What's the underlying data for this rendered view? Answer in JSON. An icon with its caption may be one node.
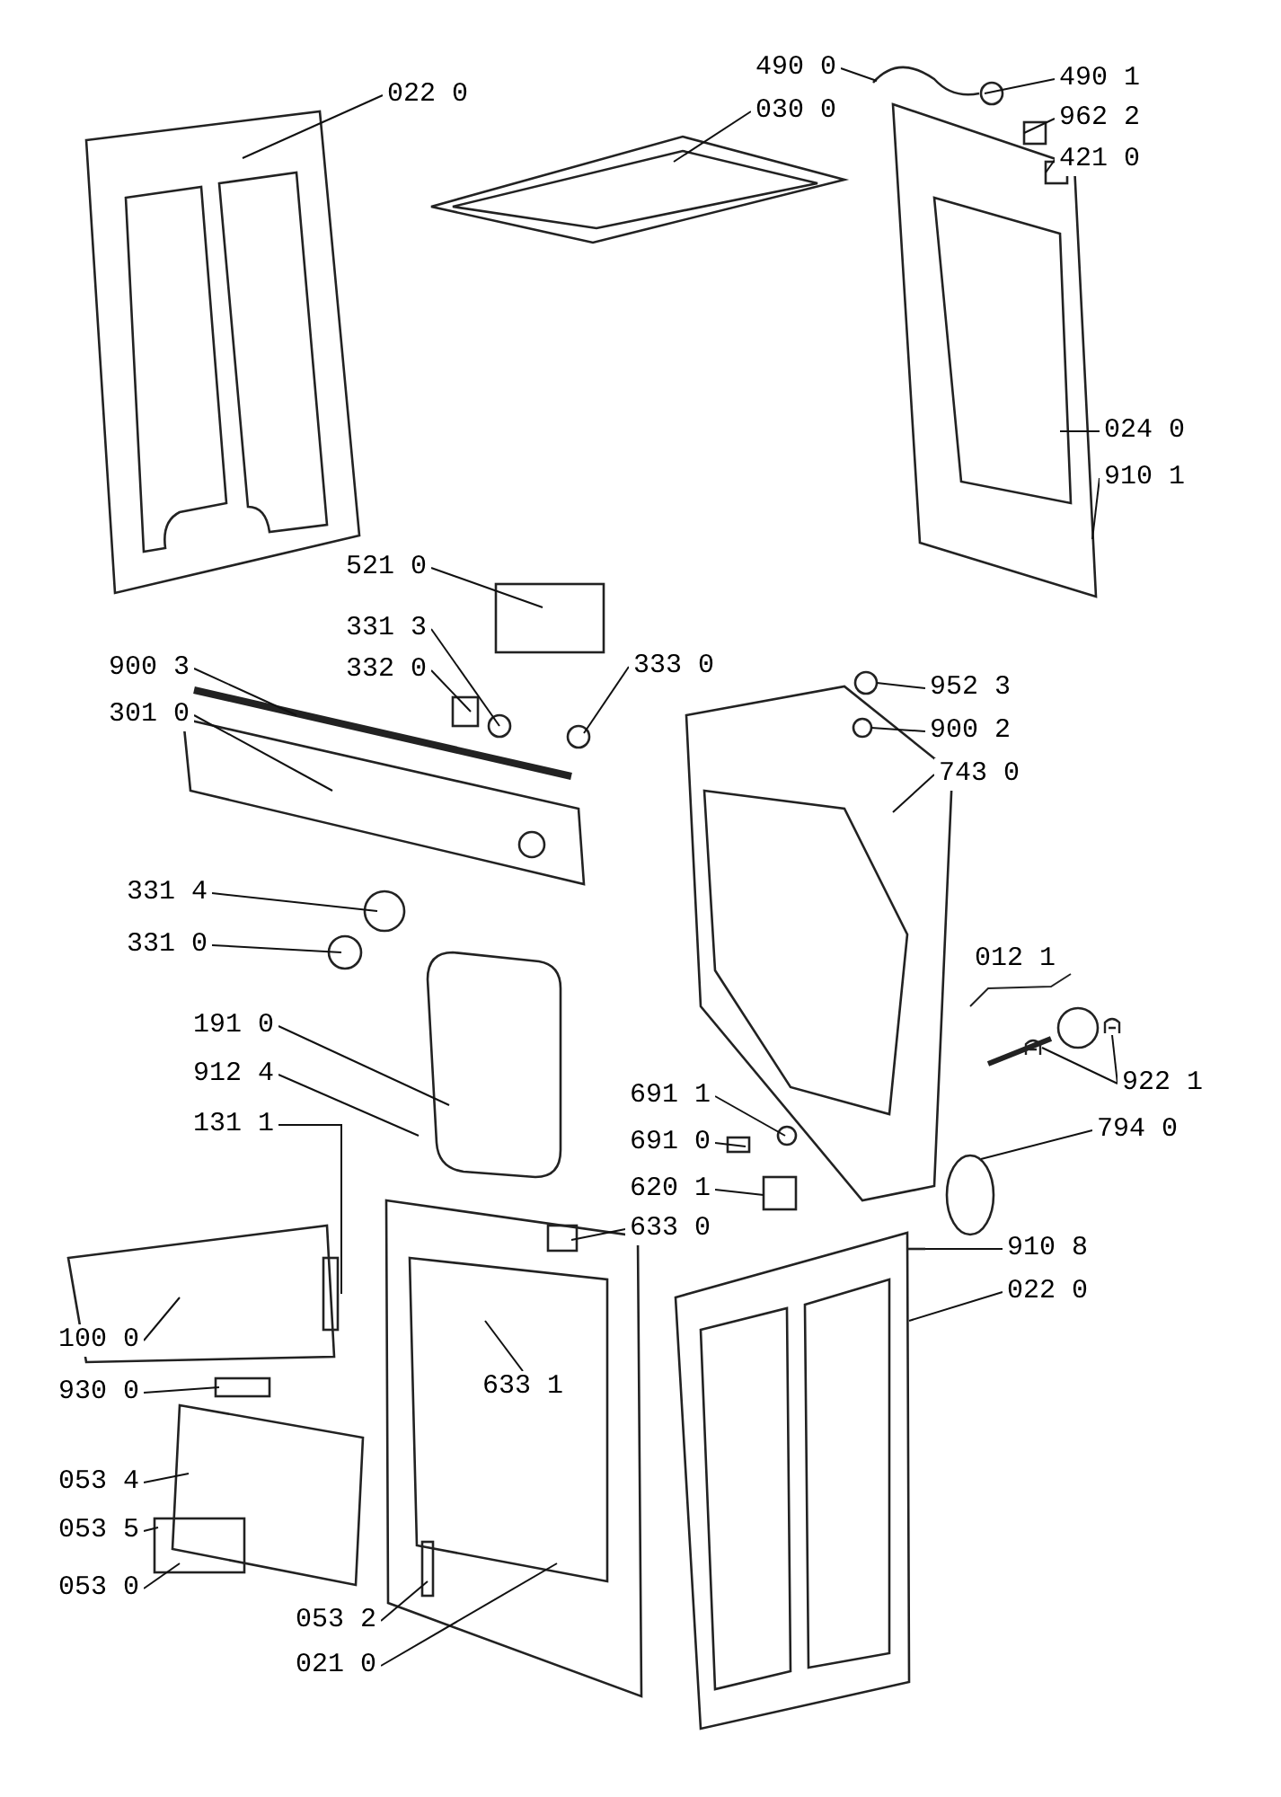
{
  "diagram": {
    "nodes": [
      {
        "text": [
          "022 0"
        ]
      },
      {
        "text": [
          "030 0"
        ]
      },
      {
        "text": [
          "490 0"
        ]
      },
      {
        "text": [
          "490 1"
        ]
      },
      {
        "text": [
          "962 2"
        ]
      },
      {
        "text": [
          "421 0"
        ]
      },
      {
        "text": [
          "024 0"
        ]
      },
      {
        "text": [
          "910 1"
        ]
      },
      {
        "text": [
          "521 0"
        ]
      },
      {
        "text": [
          "331 3"
        ]
      },
      {
        "text": [
          "332 0"
        ]
      },
      {
        "text": [
          "333 0"
        ]
      },
      {
        "text": [
          "900 3"
        ]
      },
      {
        "text": [
          "301 0"
        ]
      },
      {
        "text": [
          "952 3"
        ]
      },
      {
        "text": [
          "900 2"
        ]
      },
      {
        "text": [
          "743 0"
        ]
      },
      {
        "text": [
          "331 4"
        ]
      },
      {
        "text": [
          "331 0"
        ]
      },
      {
        "text": [
          "012 1"
        ]
      },
      {
        "text": [
          "191 0"
        ]
      },
      {
        "text": [
          "912 4"
        ]
      },
      {
        "text": [
          "922 1"
        ]
      },
      {
        "text": [
          "131 1"
        ]
      },
      {
        "text": [
          "691 1"
        ]
      },
      {
        "text": [
          "691 0"
        ]
      },
      {
        "text": [
          "794 0"
        ]
      },
      {
        "text": [
          "620 1"
        ]
      },
      {
        "text": [
          "633 0"
        ]
      },
      {
        "text": [
          "910 8"
        ]
      },
      {
        "text": [
          "022 0"
        ]
      },
      {
        "text": [
          "100 0"
        ]
      },
      {
        "text": [
          "633 1"
        ]
      },
      {
        "text": [
          "930 0"
        ]
      },
      {
        "text": [
          "053 4"
        ]
      },
      {
        "text": [
          "053 5"
        ]
      },
      {
        "text": [
          "053 0"
        ]
      },
      {
        "text": [
          "053 2"
        ]
      },
      {
        "text": [
          "021 0"
        ]
      },
      {
        "text": [],
        "shape": "picture"
      },
      {
        "text": [],
        "shape": "picture"
      }
    ],
    "edges": [
      {
        "from": 0,
        "to": null,
        "arrow": "none"
      },
      {
        "from": 1,
        "to": null,
        "arrow": "none"
      },
      {
        "from": 2,
        "to": null,
        "arrow": "none"
      },
      {
        "from": 3,
        "to": null,
        "arrow": "none"
      },
      {
        "from": 4,
        "to": null,
        "arrow": "none"
      },
      {
        "from": 5,
        "to": null,
        "arrow": "none"
      },
      {
        "from": 6,
        "to": null,
        "arrow": "none"
      },
      {
        "from": 7,
        "to": null,
        "arrow": "none"
      },
      {
        "from": 8,
        "to": null,
        "arrow": "none"
      },
      {
        "from": 9,
        "to": null,
        "arrow": "none"
      },
      {
        "from": 10,
        "to": null,
        "arrow": "none"
      },
      {
        "from": 11,
        "to": null,
        "arrow": "none"
      },
      {
        "from": 12,
        "to": null,
        "arrow": "none"
      },
      {
        "from": 13,
        "to": null,
        "arrow": "none"
      },
      {
        "from": 14,
        "to": null,
        "arrow": "none"
      },
      {
        "from": 15,
        "to": null,
        "arrow": "none"
      },
      {
        "from": 16,
        "to": null,
        "arrow": "none"
      },
      {
        "from": 17,
        "to": null,
        "arrow": "none"
      },
      {
        "from": 18,
        "to": null,
        "arrow": "none"
      },
      {
        "from": 20,
        "to": null,
        "arrow": "none"
      },
      {
        "from": 21,
        "to": null,
        "arrow": "none"
      },
      {
        "from": 22,
        "to": 39,
        "arrow": "none"
      },
      {
        "from": 22,
        "to": 40,
        "arrow": "none"
      },
      {
        "from": 23,
        "to": null,
        "arrow": "none"
      },
      {
        "from": 24,
        "to": null,
        "arrow": "none"
      },
      {
        "from": 25,
        "to": null,
        "arrow": "none"
      },
      {
        "from": 26,
        "to": null,
        "arrow": "none"
      },
      {
        "from": 27,
        "to": null,
        "arrow": "none"
      },
      {
        "from": 28,
        "to": null,
        "arrow": "none"
      },
      {
        "from": 29,
        "to": null,
        "arrow": "none"
      },
      {
        "from": 30,
        "to": null,
        "arrow": "none"
      },
      {
        "from": 31,
        "to": null,
        "arrow": "none"
      },
      {
        "from": 32,
        "to": null,
        "arrow": "none"
      },
      {
        "from": 33,
        "to": null,
        "arrow": "none"
      },
      {
        "from": 34,
        "to": null,
        "arrow": "none"
      },
      {
        "from": 35,
        "to": null,
        "arrow": "none"
      },
      {
        "from": 36,
        "to": null,
        "arrow": "none"
      },
      {
        "from": 37,
        "to": null,
        "arrow": "none"
      },
      {
        "from": 38,
        "to": null,
        "arrow": "none"
      }
    ]
  }
}
